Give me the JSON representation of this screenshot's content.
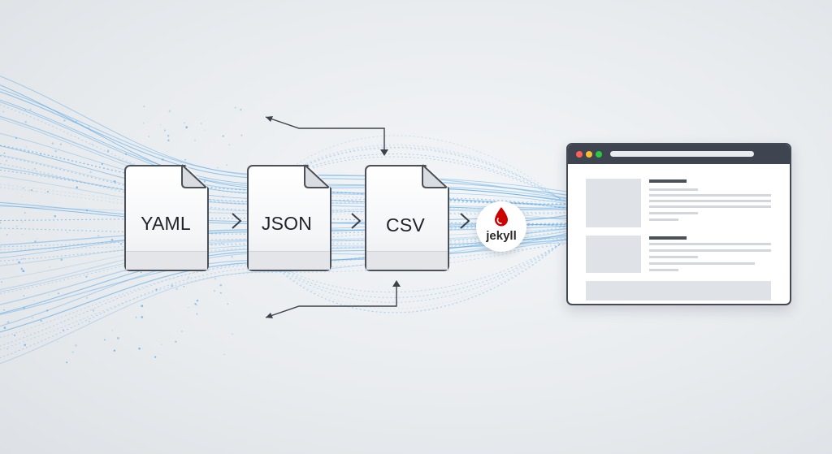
{
  "pipeline": {
    "files": [
      {
        "label": "YAML"
      },
      {
        "label": "JSON"
      },
      {
        "label": "CSV"
      }
    ],
    "generator": {
      "label": "jekyll",
      "icon": "jekyll-drop-icon",
      "color": "#cc0000"
    }
  },
  "browser": {
    "window_dot_colors": [
      "#ff5f57",
      "#febc2e",
      "#28c840"
    ]
  },
  "colors": {
    "flow_lines": "#5aa9e6",
    "outline": "#444a53"
  }
}
